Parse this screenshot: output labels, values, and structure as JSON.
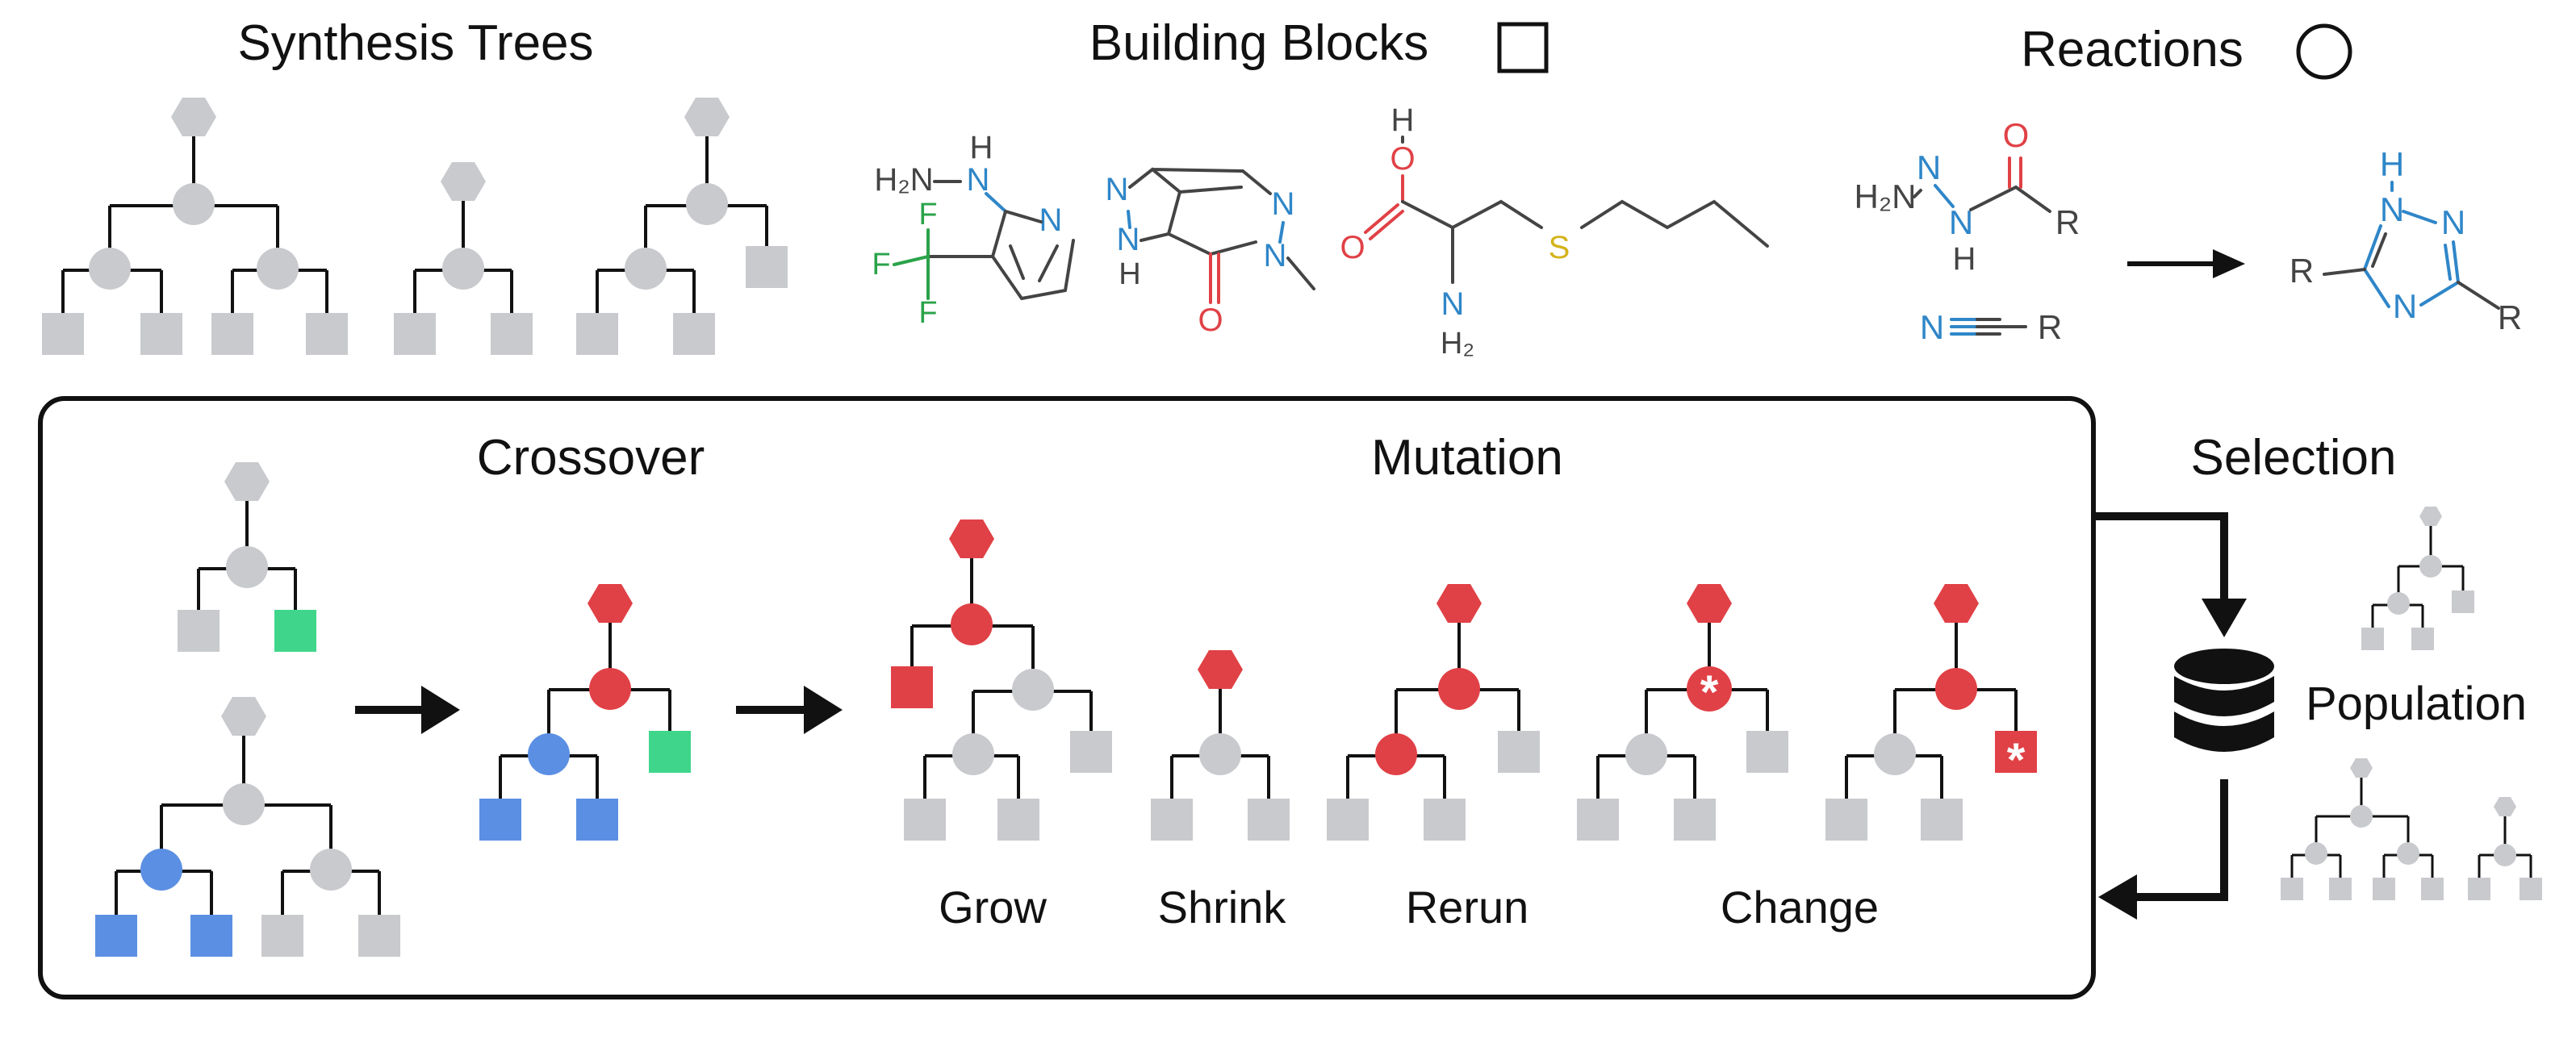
{
  "headers": {
    "synthesis_trees": "Synthesis Trees",
    "building_blocks": "Building Blocks",
    "reactions": "Reactions"
  },
  "sections": {
    "crossover": "Crossover",
    "mutation": "Mutation",
    "selection": "Selection",
    "population": "Population"
  },
  "mutation_ops": [
    "Grow",
    "Shrink",
    "Rerun",
    "Change"
  ],
  "chem_text": {
    "bb1_h": "H",
    "bb1_h2n": "H₂N",
    "bb1_n": "N",
    "bb1_f1": "F",
    "bb1_f2": "F",
    "bb1_f3": "F",
    "bb1_ring_n": "N",
    "bb2_n1": "N",
    "bb2_n2": "N",
    "bb2_h": "H",
    "bb2_n3": "N",
    "bb2_n4": "N",
    "bb2_o": "O",
    "bb3_h": "H",
    "bb3_o1": "O",
    "bb3_o2": "O",
    "bb3_s": "S",
    "bb3_n": "N",
    "bb3_h2": "H₂",
    "rx_h2n": "H₂N",
    "rx_n1": "N",
    "rx_h1": "H",
    "rx_n2": "N",
    "rx_o": "O",
    "rx_r1": "R",
    "rx_nitrile_n": "N",
    "rx_r2": "R",
    "prod_h": "H",
    "prod_n1": "N",
    "prod_n2": "N",
    "prod_n3": "N",
    "prod_r1": "R",
    "prod_r2": "R"
  },
  "colors": {
    "gray_node": "#c8cacd",
    "red": "#e04146",
    "blue": "#5b8fe3",
    "green": "#3fd68b",
    "chem_blue": "#2f86c8",
    "chem_red": "#e04146",
    "chem_green": "#2aa34a",
    "chem_yellow": "#d4b31a",
    "chem_gray": "#444444",
    "frame": "#111111"
  },
  "icons": [
    "database-icon",
    "arrow-right-icon",
    "arrow-down-icon",
    "arrow-left-icon",
    "asterisk-icon"
  ]
}
